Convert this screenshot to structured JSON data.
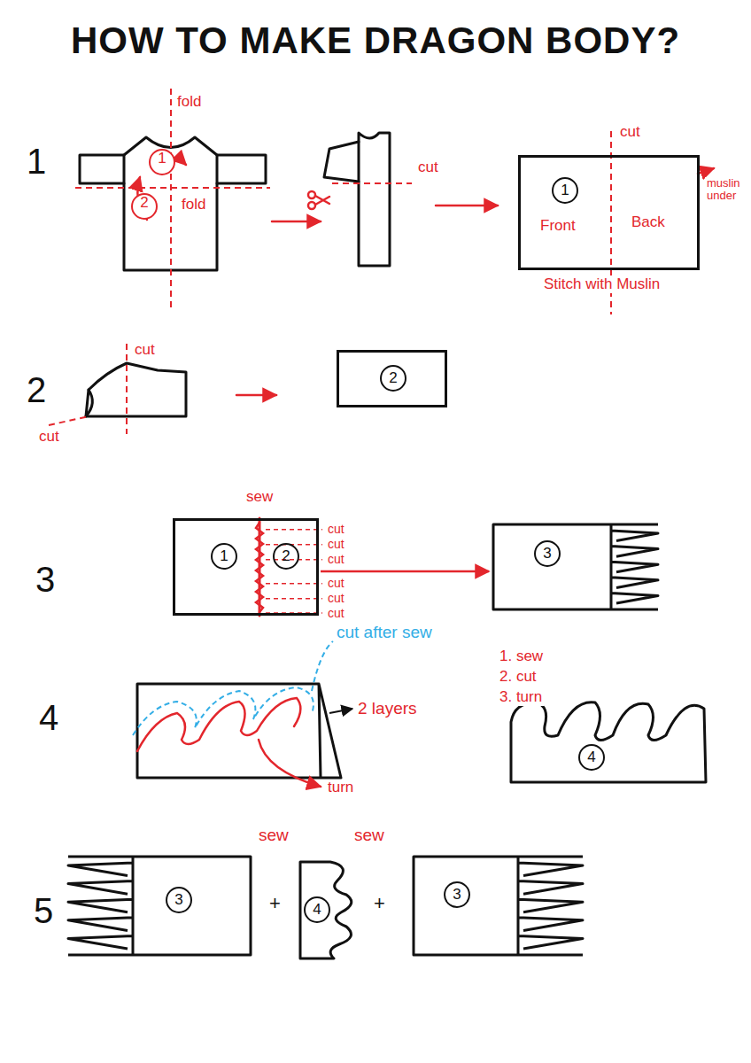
{
  "diagram": {
    "title": "HOW TO MAKE DRAGON BODY?",
    "nodes": [
      {
        "text": [
          "1",
          "Front",
          "Back"
        ]
      },
      {
        "text": [
          "2"
        ]
      },
      {
        "text": [
          "1",
          "2"
        ]
      },
      {
        "text": [
          "3"
        ]
      },
      {
        "text": [
          "4"
        ]
      },
      {
        "text": [
          "3"
        ]
      },
      {
        "text": [
          "4"
        ]
      },
      {
        "text": [
          "3"
        ]
      }
    ],
    "edges": [
      {
        "from": 2,
        "to": 3,
        "arrow": "to"
      }
    ],
    "labels": [
      "1",
      "fold",
      "fold",
      "1",
      "2",
      "cut",
      "cut",
      "muslin under",
      "Stitch with Muslin",
      "2",
      "cut",
      "cut",
      "3",
      "sew",
      "cut",
      "cut",
      "cut",
      "cut",
      "cut",
      "cut",
      "4",
      "cut after sew",
      "1. sew",
      "2. cut",
      "3. turn",
      "2 layers",
      "turn",
      "5",
      "sew",
      "+",
      "sew",
      "+"
    ]
  }
}
